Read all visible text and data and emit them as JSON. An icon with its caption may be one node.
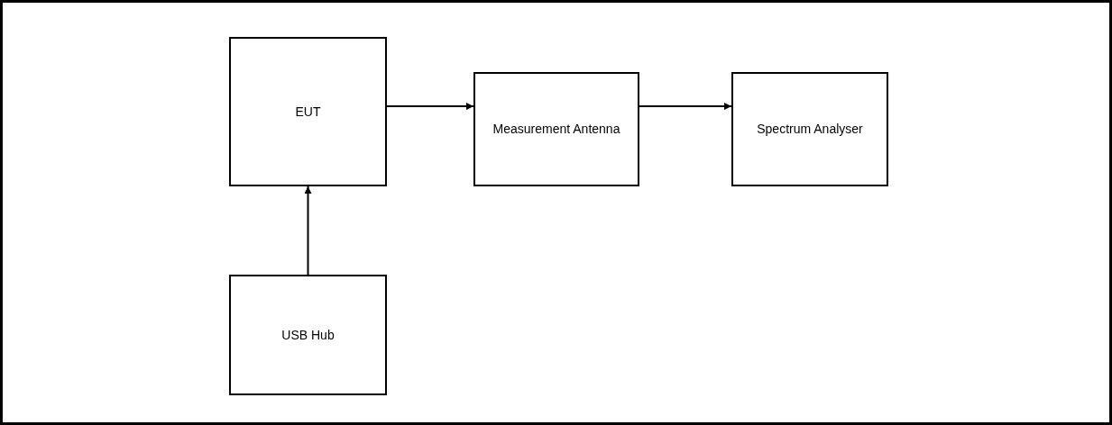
{
  "diagram": {
    "nodes": [
      {
        "text": [
          "EUT"
        ]
      },
      {
        "text": [
          "Measurement Antenna"
        ]
      },
      {
        "text": [
          "Spectrum Analyser"
        ]
      },
      {
        "text": [
          "USB Hub"
        ]
      }
    ],
    "edges": [
      {
        "from": 0,
        "to": 1,
        "arrow": "to"
      },
      {
        "from": 1,
        "to": 2,
        "arrow": "to"
      },
      {
        "from": 3,
        "to": 0,
        "arrow": "to"
      }
    ]
  }
}
